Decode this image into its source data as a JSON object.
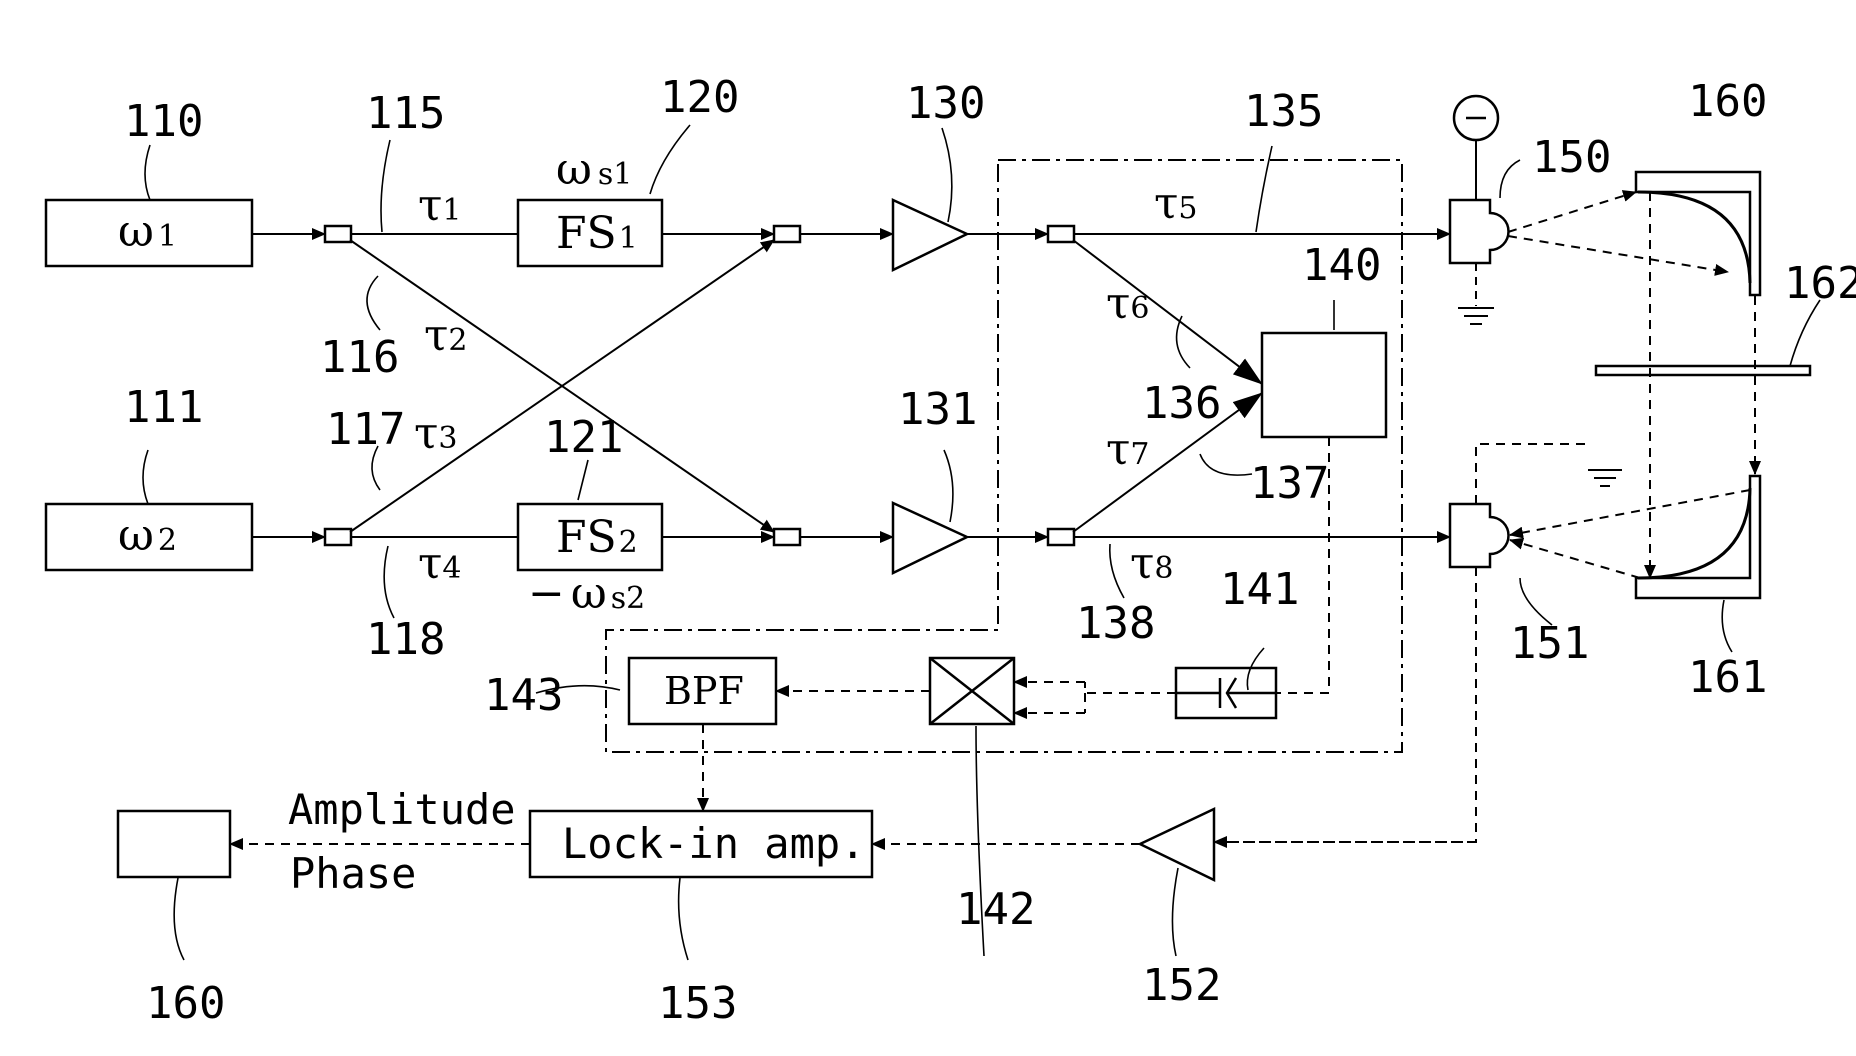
{
  "refs": {
    "r110": "110",
    "r115": "115",
    "r120": "120",
    "r130": "130",
    "r135": "135",
    "r150": "150",
    "r160a": "160",
    "r162": "162",
    "r140": "140",
    "r116": "116",
    "r111": "111",
    "r117": "117",
    "r121": "121",
    "r131": "131",
    "r136": "136",
    "r137": "137",
    "r118": "118",
    "r138": "138",
    "r141": "141",
    "r151": "151",
    "r161": "161",
    "r143": "143",
    "r142": "142",
    "r160b": "160",
    "r153": "153",
    "r152": "152"
  },
  "symbols": {
    "omega1": "ω",
    "omega1_sub": "1",
    "omega2": "ω",
    "omega2_sub": "2",
    "fs1": "FS",
    "fs1_sub": "1",
    "fs2": "FS",
    "fs2_sub": "2",
    "ws1": "ω",
    "ws1_sub": "s1",
    "ws2_sign": "−",
    "ws2": "ω",
    "ws2_sub": "s2",
    "tau": "τ",
    "t1": "1",
    "t2": "2",
    "t3": "3",
    "t4": "4",
    "t5": "5",
    "t6": "6",
    "t7": "7",
    "t8": "8",
    "minus": "−"
  },
  "labels": {
    "bpf": "BPF",
    "lockin": "Lock-in amp.",
    "amplitude": "Amplitude",
    "phase": "Phase"
  }
}
